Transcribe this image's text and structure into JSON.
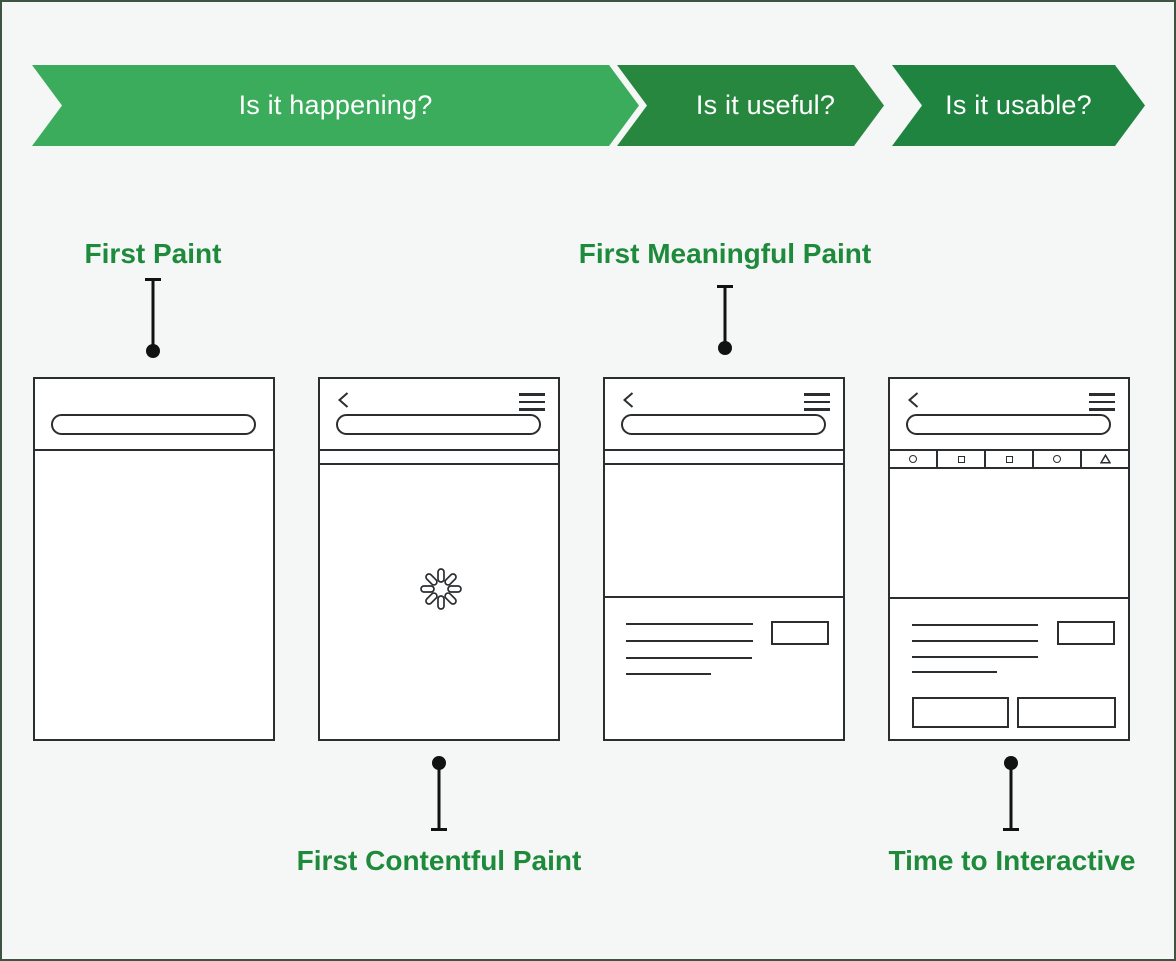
{
  "banner": {
    "stages": [
      {
        "label": "Is it happening?",
        "color": "#3BAC5C"
      },
      {
        "label": "Is it useful?",
        "color": "#28873F"
      },
      {
        "label": "Is it usable?",
        "color": "#1F8440"
      }
    ]
  },
  "labels": {
    "first_paint": "First Paint",
    "first_meaningful_paint": "First Meaningful Paint",
    "first_contentful_paint": "First Contentful Paint",
    "time_to_interactive": "Time to Interactive"
  },
  "colors": {
    "background": "#F5F6F6",
    "frame_border": "#3E5440",
    "label_green": "#1E8A3B",
    "wireframe_stroke": "#2B2E31",
    "connector_black": "#121212",
    "banner_text": "#FFFFFF"
  },
  "icons": {
    "phone_nav": [
      "back-icon",
      "menu-icon"
    ],
    "toolbar_shapes": [
      "circle-icon",
      "square-icon",
      "square-icon",
      "circle-icon",
      "triangle-icon"
    ],
    "loading": "spinner-icon"
  }
}
